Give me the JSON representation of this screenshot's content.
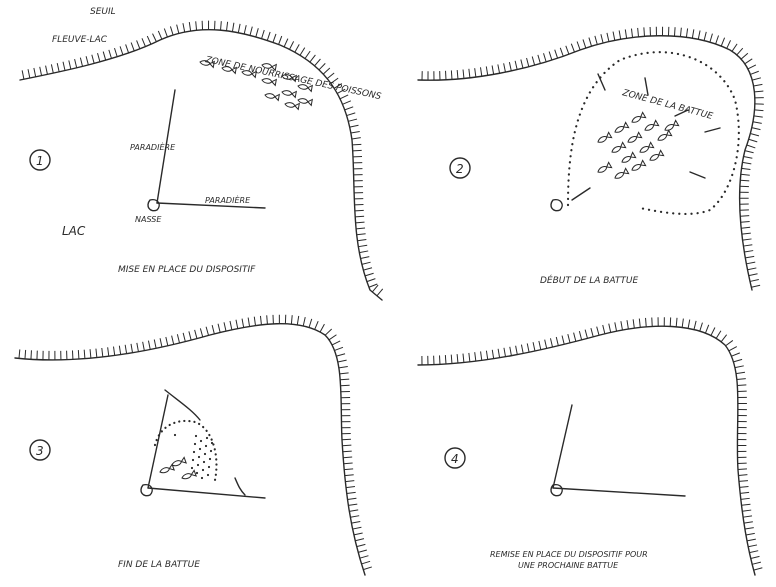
{
  "panels": [
    {
      "number": "1",
      "caption": "MISE EN PLACE DU DISPOSITIF",
      "labels": {
        "seuil": "SEUIL",
        "fleuve_lac": "FLEUVE-LAC",
        "zone": "ZONE DE NOURRISSAGE DES POISSONS",
        "paradiere_1": "PARADIÈRE",
        "paradiere_2": "PARADIÈRE",
        "nasse": "NASSE",
        "lac": "LAC"
      }
    },
    {
      "number": "2",
      "caption": "DÉBUT DE LA BATTUE",
      "labels": {
        "zone": "ZONE DE LA BATTUE"
      }
    },
    {
      "number": "3",
      "caption": "FIN DE LA BATTUE"
    },
    {
      "number": "4",
      "caption_line1": "REMISE EN PLACE DU DISPOSITIF POUR",
      "caption_line2": "UNE PROCHAINE BATTUE"
    }
  ]
}
